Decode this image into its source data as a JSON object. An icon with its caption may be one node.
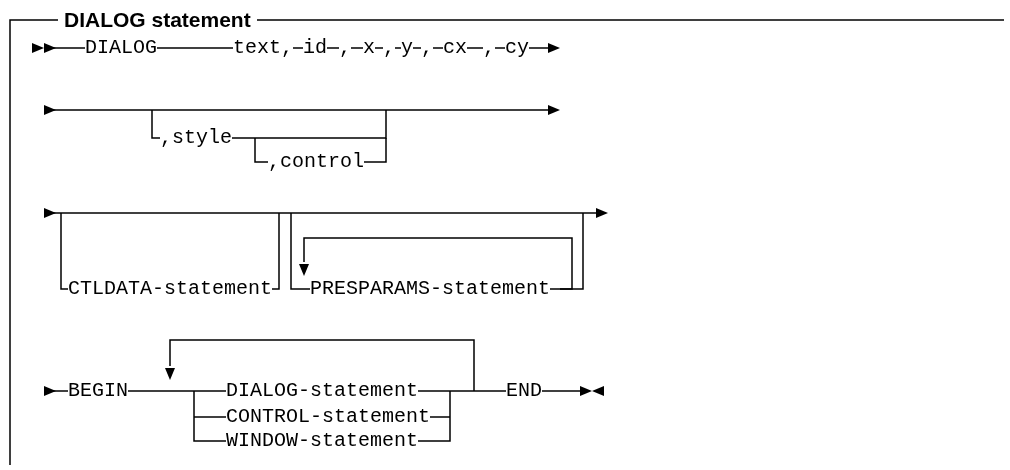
{
  "diagram": {
    "title": "DIALOG statement",
    "labels": [
      "DIALOG",
      "text",
      ",",
      "id",
      ",",
      "x",
      ",",
      "y",
      ",",
      "cx",
      ",",
      "cy",
      ",style",
      ",control",
      "CTLDATA-statement",
      "PRESPARAMS-statement",
      "BEGIN",
      "DIALOG-statement",
      "CONTROL-statement",
      "WINDOW-statement",
      "END"
    ]
  }
}
